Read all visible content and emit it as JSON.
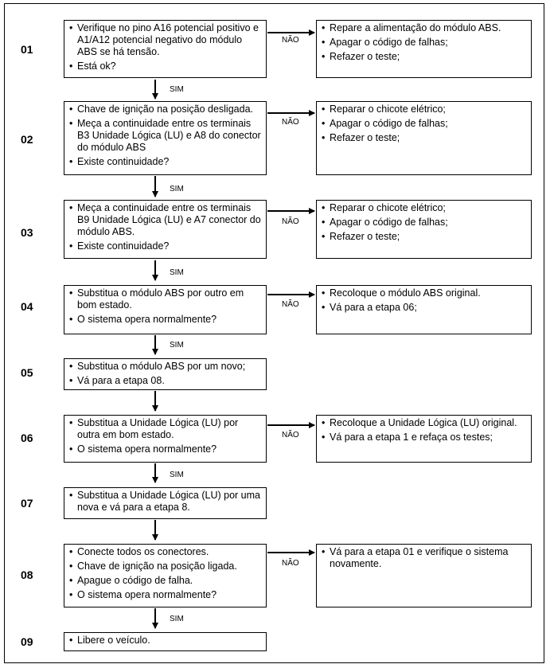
{
  "labels": {
    "yes": "SIM",
    "no": "NÃO"
  },
  "steps": [
    {
      "number": "01",
      "items": [
        "Verifique no pino A16 potencial positivo e A1/A12 potencial negativo do módulo ABS se há tensão.",
        "Está ok?"
      ],
      "no_actions": [
        "Repare a alimentação do módulo ABS.",
        "Apagar o código de falhas;",
        "Refazer o teste;"
      ]
    },
    {
      "number": "02",
      "items": [
        "Chave de ignição na posição desligada.",
        "Meça a continuidade entre os terminais B3 Unidade Lógica (LU) e A8 do conector do módulo ABS",
        "Existe continuidade?"
      ],
      "no_actions": [
        "Reparar o chicote elétrico;",
        "Apagar o código de falhas;",
        "Refazer o teste;"
      ]
    },
    {
      "number": "03",
      "items": [
        "Meça a continuidade entre os terminais B9 Unidade Lógica (LU) e A7 conector do módulo ABS.",
        "Existe continuidade?"
      ],
      "no_actions": [
        "Reparar o chicote elétrico;",
        "Apagar o código de falhas;",
        "Refazer o teste;"
      ]
    },
    {
      "number": "04",
      "items": [
        "Substitua o módulo ABS por outro em bom estado.",
        "O sistema opera normalmente?"
      ],
      "no_actions": [
        "Recoloque o módulo ABS original.",
        "Vá para a etapa 06;"
      ]
    },
    {
      "number": "05",
      "items": [
        "Substitua o módulo ABS por um novo;",
        "Vá para a etapa 08."
      ]
    },
    {
      "number": "06",
      "items": [
        "Substitua a Unidade Lógica (LU) por outra  em bom estado.",
        "O sistema opera normalmente?"
      ],
      "no_actions": [
        "Recoloque a Unidade Lógica (LU) original.",
        "Vá para a etapa 1 e refaça os testes;"
      ]
    },
    {
      "number": "07",
      "items": [
        "Substitua a Unidade Lógica (LU) por uma nova e vá para a etapa 8."
      ]
    },
    {
      "number": "08",
      "items": [
        "Conecte todos os conectores.",
        "Chave de ignição na posição ligada.",
        "Apague o código de falha.",
        "O sistema opera normalmente?"
      ],
      "no_actions": [
        "Vá para a etapa 01 e verifique o sistema novamente."
      ]
    },
    {
      "number": "09",
      "items": [
        "Libere o veículo."
      ]
    }
  ]
}
